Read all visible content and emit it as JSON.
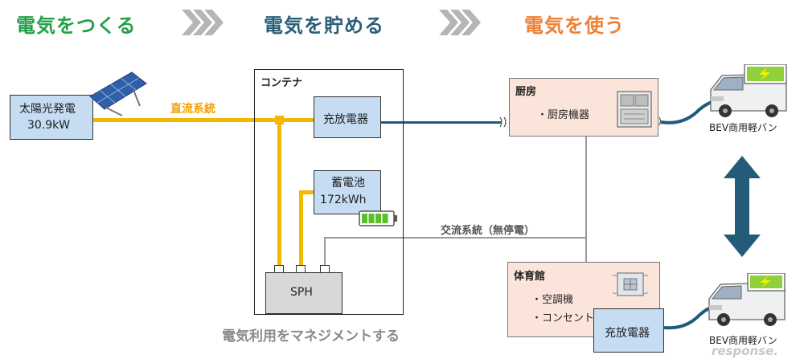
{
  "headers": {
    "make": "電気をつくる",
    "store": "電気を貯める",
    "use": "電気を使う"
  },
  "colors": {
    "make": "#23a04a",
    "store": "#2b5f78",
    "use": "#ee8035",
    "dc_line": "#f5b800",
    "ac_line": "#9a9a9a",
    "ev_cable": "#1c5c7a",
    "arrow": "#245b79",
    "box_blue": "#c5dcf2",
    "box_salmon": "#fbe4da"
  },
  "solar": {
    "label": "太陽光発電",
    "capacity": "30.9kW"
  },
  "dc_label": "直流系統",
  "container": {
    "title": "コンテナ",
    "charger": "充放電器",
    "battery_name": "蓄電池",
    "battery_capacity": "172kWh",
    "sph": "SPH"
  },
  "ac_label": "交流系統（無停電）",
  "kitchen": {
    "title": "厨房",
    "item": "・厨房機器"
  },
  "gym": {
    "title": "体育館",
    "items": [
      "・空調機",
      "・コンセント"
    ],
    "charger": "充放電器"
  },
  "ev_labels": {
    "top": "BEV商用軽バン",
    "bottom": "BEV商用軽バン"
  },
  "management": "電気利用をマネジメントする",
  "watermark": "response."
}
